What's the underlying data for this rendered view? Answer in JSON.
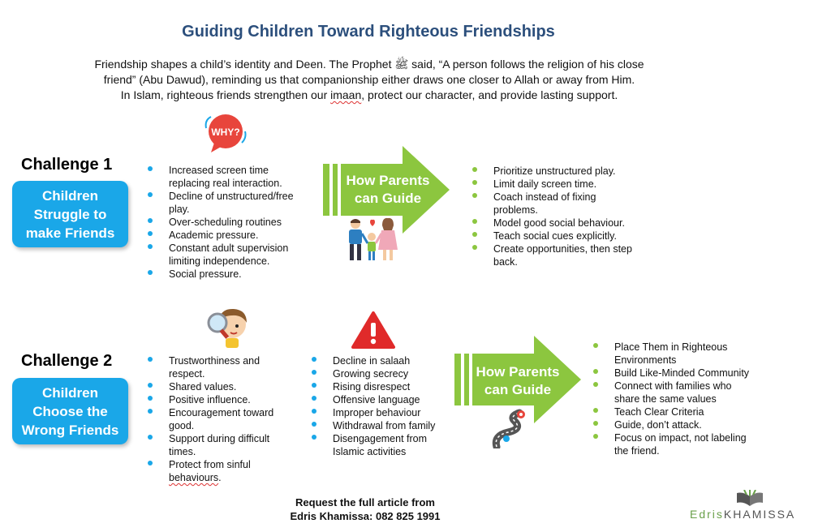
{
  "title": "Guiding Children Toward Righteous Friendships",
  "intro": {
    "line1": "Friendship shapes a child’s identity and Deen. The Prophet ﷺ said, “A person follows the religion of his close",
    "line2": "friend” (Abu Dawud), reminding us that companionship either draws one closer to Allah or away from Him.",
    "line3_pre": "In Islam, righteous friends strengthen our ",
    "line3_word": "imaan",
    "line3_post": ", protect our character, and provide lasting support."
  },
  "challenge1": {
    "label": "Challenge 1",
    "box_line1": "Children",
    "box_line2": "Struggle to",
    "box_line3": "make Friends",
    "why_badge": "WHY?",
    "causes": [
      "Increased screen time replacing real interaction.",
      "Decline of unstructured/free play.",
      "Over-scheduling routines",
      "Academic pressure.",
      "Constant adult supervision limiting independence.",
      "Social pressure."
    ],
    "arrow_line1": "How Parents",
    "arrow_line2": "can Guide",
    "guidance": [
      "Prioritize unstructured play.",
      "Limit daily screen time.",
      "Coach instead of fixing problems.",
      "Model good social behaviour.",
      "Teach social cues explicitly.",
      "Create opportunities, then step back."
    ]
  },
  "challenge2": {
    "label": "Challenge 2",
    "box_line1": "Children",
    "box_line2": "Choose the",
    "box_line3": "Wrong Friends",
    "qualities": [
      "Trustworthiness and respect.",
      "Shared values.",
      "Positive influence.",
      "Encouragement toward good.",
      "Support during difficult times."
    ],
    "quality_last_pre": "Protect from sinful ",
    "quality_last_word": "behaviours",
    "quality_last_post": ".",
    "warning_signs": [
      "Decline in salaah",
      "Growing secrecy",
      "Rising disrespect",
      "Offensive language",
      "Improper behaviour",
      "Withdrawal from family",
      "Disengagement from Islamic activities"
    ],
    "arrow_line1": "How Parents",
    "arrow_line2": "can Guide",
    "guidance": [
      "Place Them in Righteous Environments",
      "Build Like-Minded Community",
      "Connect with families who share the same values",
      "Teach Clear Criteria",
      "Guide, don’t attack.",
      "Focus on impact, not labeling the friend."
    ]
  },
  "footer": {
    "line1": "Request the full article from",
    "line2": "Edris Khamissa: 082 825 1991"
  },
  "brand": {
    "first": "Edris",
    "last": "KHAMISSA"
  },
  "colors": {
    "title": "#2c4f7c",
    "blue_box": "#1aa7e8",
    "green_arrow": "#8cc63f",
    "why_badge": "#e8453c",
    "warning": "#e02a2a"
  },
  "icons": [
    "why-speech-bubble-icon",
    "family-icon",
    "magnifying-glass-child-icon",
    "warning-triangle-icon",
    "winding-road-icon",
    "open-book-icon"
  ]
}
